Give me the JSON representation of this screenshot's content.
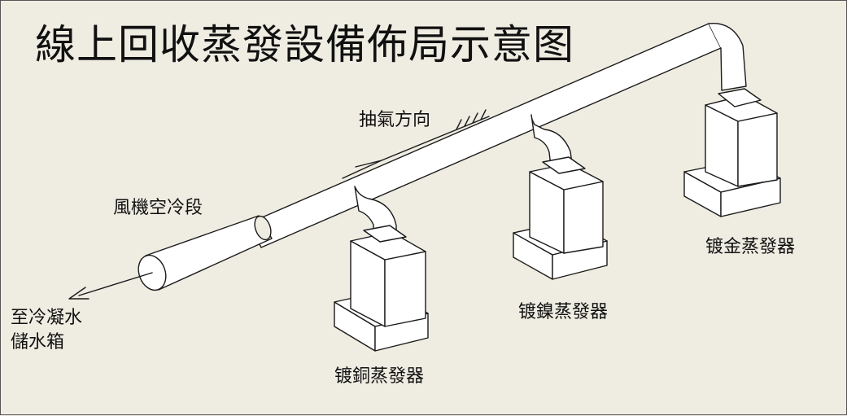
{
  "title": "線上回收蒸發設備佈局示意图",
  "labels": {
    "flow_direction": "抽氣方向",
    "fan_cooling": "風機空冷段",
    "destination": "至冷凝水\n儲水箱"
  },
  "evaporators": [
    {
      "label": "镀金蒸發器"
    },
    {
      "label": "镀鎳蒸發器"
    },
    {
      "label": "镀銅蒸發器"
    }
  ],
  "colors": {
    "background": "#efede2",
    "line": "#1a1a1a",
    "fill": "#ffffff"
  }
}
